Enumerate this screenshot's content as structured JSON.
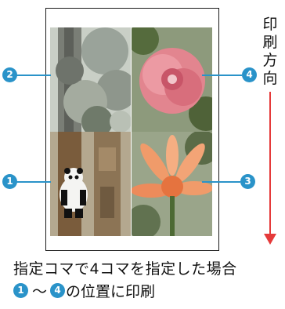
{
  "labels": {
    "one": "1",
    "two": "2",
    "three": "3",
    "four": "4"
  },
  "direction_chars": [
    "印",
    "刷",
    "方",
    "向"
  ],
  "caption_line1": "指定コマで4コマを指定した場合",
  "caption_line2": {
    "from": "1",
    "tilde": "〜",
    "to": "4",
    "text": "の位置に印刷"
  },
  "colors": {
    "accent": "#2a93c9",
    "arrow": "#e53a3a",
    "border": "#1a1a1a"
  },
  "photos": [
    {
      "position": "top-left",
      "subject": "tree-trunk-foliage"
    },
    {
      "position": "top-right",
      "subject": "pink-camellia"
    },
    {
      "position": "bottom-left",
      "subject": "panda-and-totem"
    },
    {
      "position": "bottom-right",
      "subject": "orange-lily"
    }
  ]
}
